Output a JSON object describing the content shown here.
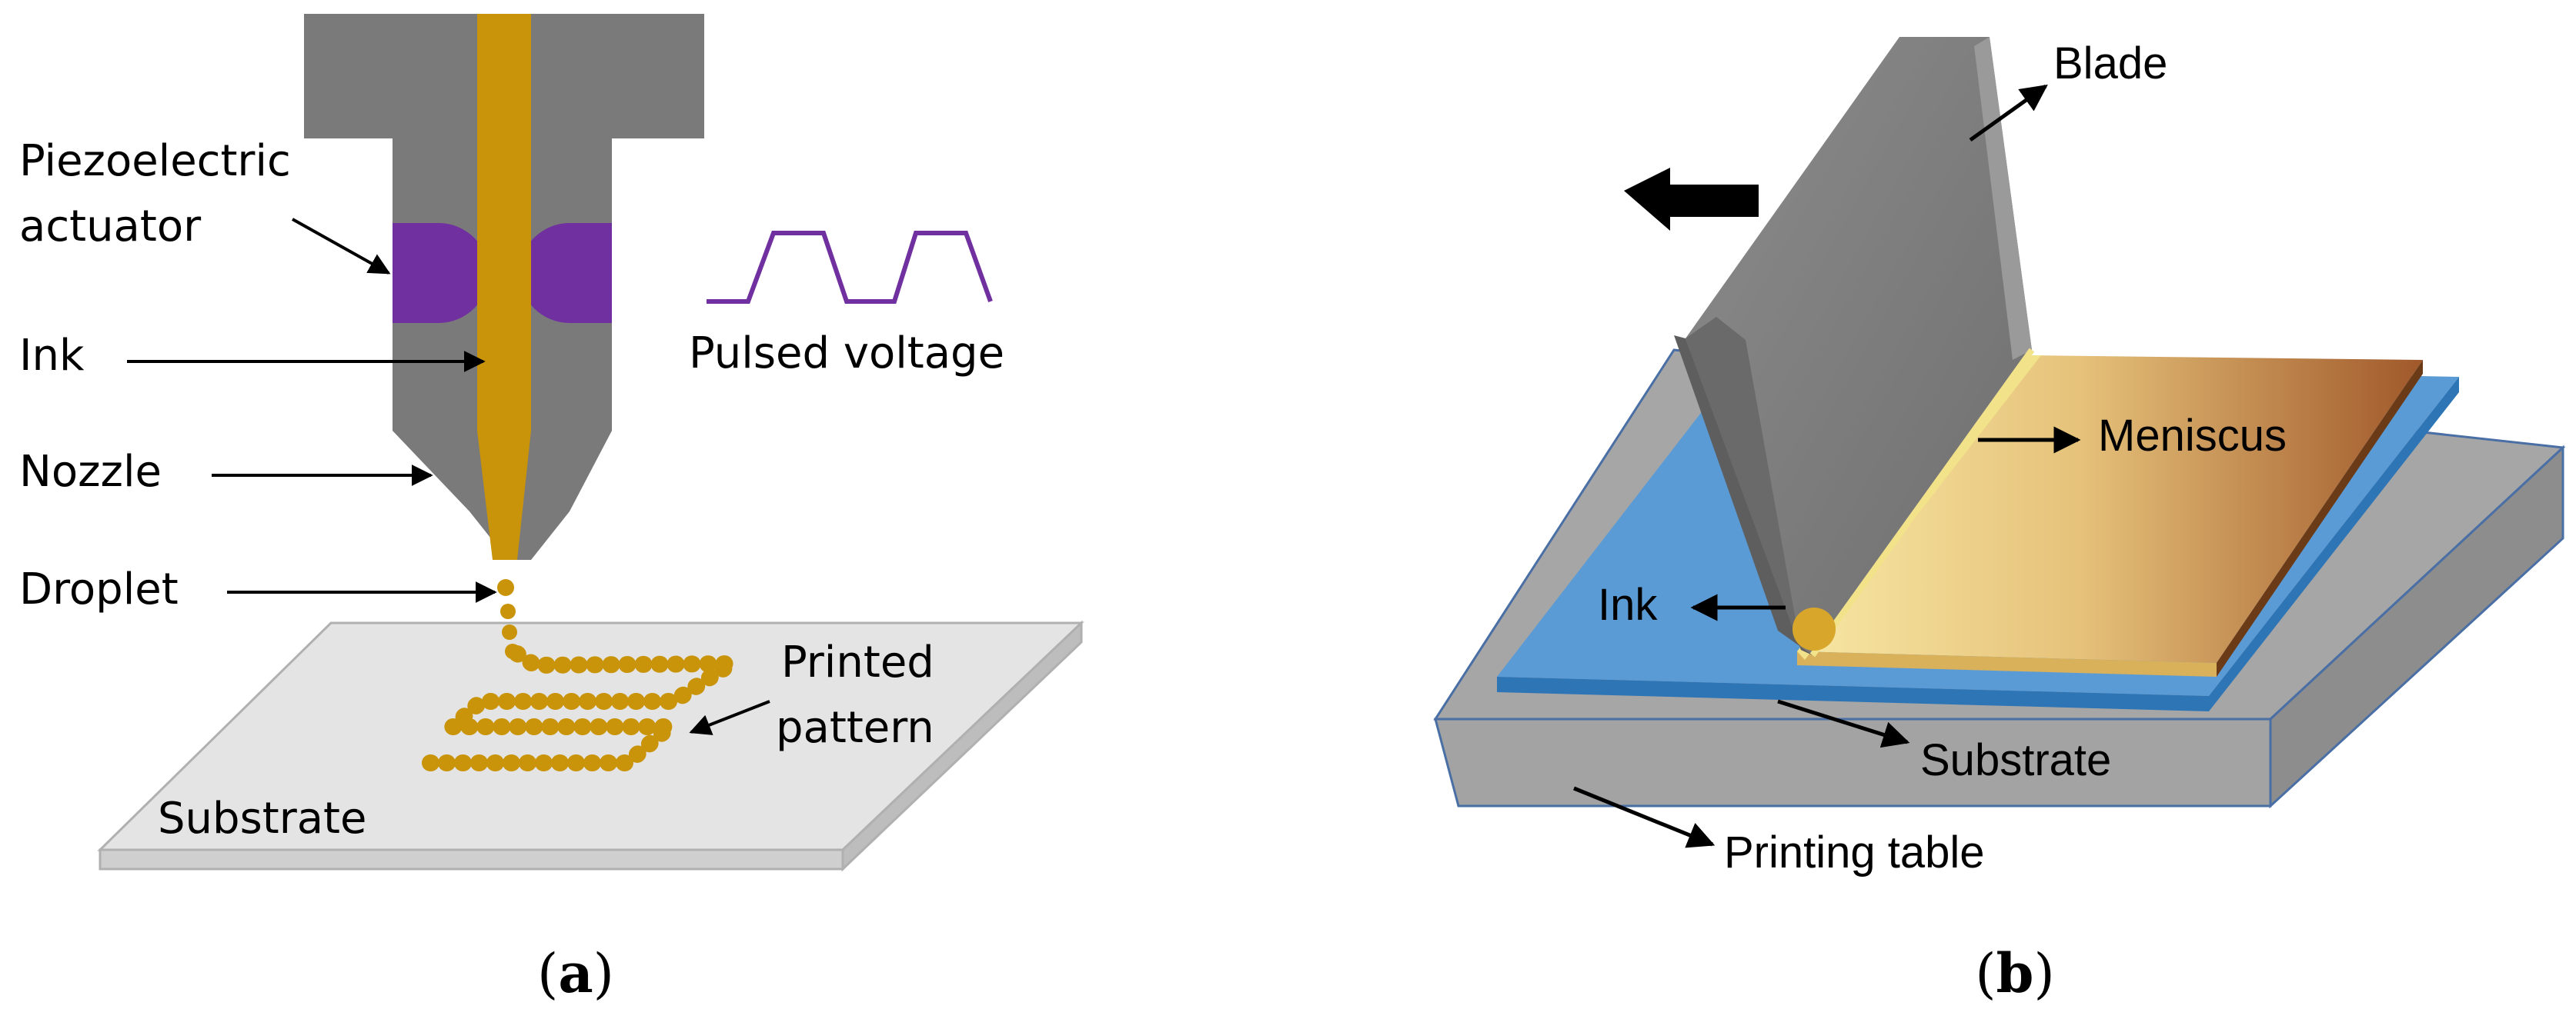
{
  "panel_a": {
    "labels": {
      "piezo_line1": "Piezoelectric",
      "piezo_line2": "actuator",
      "ink": "Ink",
      "nozzle": "Nozzle",
      "droplet": "Droplet",
      "pulsed_voltage": "Pulsed voltage",
      "printed_line1": "Printed",
      "printed_line2": "pattern",
      "substrate": "Substrate"
    },
    "caption": {
      "open": "(",
      "letter": "a",
      "close": ")"
    }
  },
  "panel_b": {
    "labels": {
      "blade": "Blade",
      "meniscus": "Meniscus",
      "ink": "Ink",
      "substrate": "Substrate",
      "printing_table": "Printing table"
    },
    "caption": {
      "open": "(",
      "letter": "b",
      "close": ")"
    }
  },
  "colors": {
    "nozzle_gray": "#7a7a7a",
    "ink_gold": "#c9940a",
    "piezo_purple": "#7030a0",
    "substrate_light": "#e4e4e4",
    "blade_gray": "#7f7f7f",
    "blue_substrate": "#5b9bd5",
    "table_gray": "#a6a6a6"
  }
}
